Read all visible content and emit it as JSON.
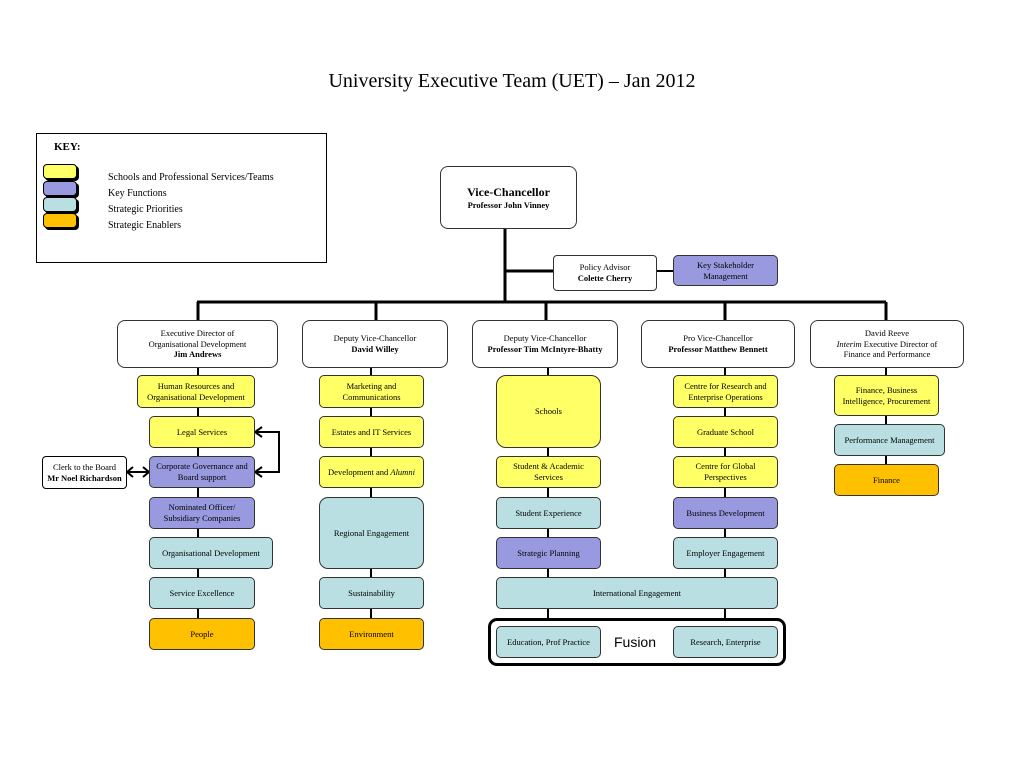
{
  "title": "University Executive Team (UET) – Jan 2012",
  "key": {
    "title": "KEY:",
    "items": [
      {
        "label": "Schools and Professional Services/Teams",
        "color": "#ffff66"
      },
      {
        "label": "Key Functions",
        "color": "#9999e0"
      },
      {
        "label": "Strategic Priorities",
        "color": "#b9dfe2"
      },
      {
        "label": "Strategic Enablers",
        "color": "#ffc000"
      }
    ]
  },
  "vc": {
    "role": "Vice-Chancellor",
    "name": "Professor John Vinney"
  },
  "policy_advisor": {
    "role": "Policy Advisor",
    "name": "Colette Cherry"
  },
  "key_stakeholder": "Key Stakeholder Management",
  "clerk": {
    "role": "Clerk to the Board",
    "name": "Mr Noel Richardson"
  },
  "heads": {
    "exec_od": {
      "line1": "Executive Director of",
      "line2": "Organisational Development",
      "name": "Jim Andrews"
    },
    "dvc1": {
      "line1": "Deputy Vice-Chancellor",
      "name": "David Willey"
    },
    "dvc2": {
      "line1": "Deputy Vice-Chancellor",
      "name": "Professor Tim McIntyre-Bhatty"
    },
    "pvc": {
      "line1": "Pro Vice-Chancellor",
      "name": "Professor Matthew Bennett"
    },
    "finance": {
      "name": "David Reeve",
      "italic": "Interim",
      "line2": "Executive Director of",
      "line3": "Finance and Performance"
    }
  },
  "col1": {
    "hr": "Human Resources and Organisational Development",
    "legal": "Legal Services",
    "corp_gov": "Corporate Governance and Board support",
    "nominated": "Nominated Officer/ Subsidiary Companies",
    "org_dev": "Organisational Development",
    "service": "Service Excellence",
    "people": "People"
  },
  "col2": {
    "marketing": "Marketing and Communications",
    "estates": "Estates and IT Services",
    "development": "Development and",
    "alumni": "Alumni",
    "regional": "Regional Engagement",
    "sustainability": "Sustainability",
    "environment": "Environment"
  },
  "col3": {
    "schools": "Schools",
    "student_academic": "Student & Academic Services",
    "student_exp": "Student Experience",
    "strategic_planning": "Strategic Planning",
    "international": "International Engagement",
    "education": "Education, Prof Practice",
    "fusion": "Fusion",
    "research": "Research, Enterprise"
  },
  "col4": {
    "centre_research": "Centre for Research and Enterprise Operations",
    "graduate": "Graduate School",
    "global": "Centre for Global Perspectives",
    "business": "Business Development",
    "employer": "Employer Engagement"
  },
  "col5": {
    "finance_bi": "Finance, Business Intelligence, Procurement",
    "performance": "Performance Management",
    "finance": "Finance"
  }
}
